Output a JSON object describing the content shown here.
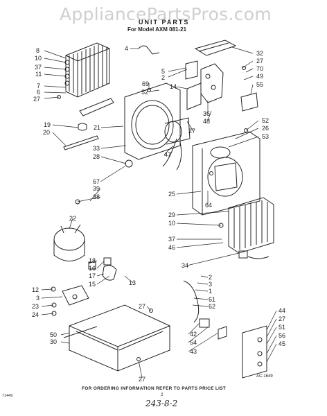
{
  "watermark": "AppliancePartsPros.com",
  "title": "UNIT PARTS",
  "subtitle": "For Model AXM 081-21",
  "footer": "FOR ORDERING INFORMATION REFER TO PARTS PRICE LIST",
  "page_number": "2",
  "code_left": "71449",
  "code_right": "AC-1649",
  "handwritten_note": "243-8-2",
  "callouts": [
    "8",
    "10",
    "37",
    "11",
    "7",
    "6",
    "27",
    "19",
    "20",
    "4",
    "32",
    "27",
    "70",
    "5",
    "2",
    "49",
    "55",
    "69",
    "52",
    "14",
    "36",
    "48",
    "52",
    "26",
    "53",
    "21",
    "27",
    "33",
    "28",
    "47",
    "67",
    "39",
    "38",
    "25",
    "64",
    "29",
    "10",
    "22",
    "37",
    "46",
    "18",
    "16",
    "17",
    "15",
    "13",
    "34",
    "2",
    "3",
    "1",
    "61",
    "62",
    "12",
    "3",
    "23",
    "24",
    "27",
    "42",
    "54",
    "43",
    "50",
    "30",
    "44",
    "27",
    "51",
    "56",
    "45",
    "27"
  ]
}
